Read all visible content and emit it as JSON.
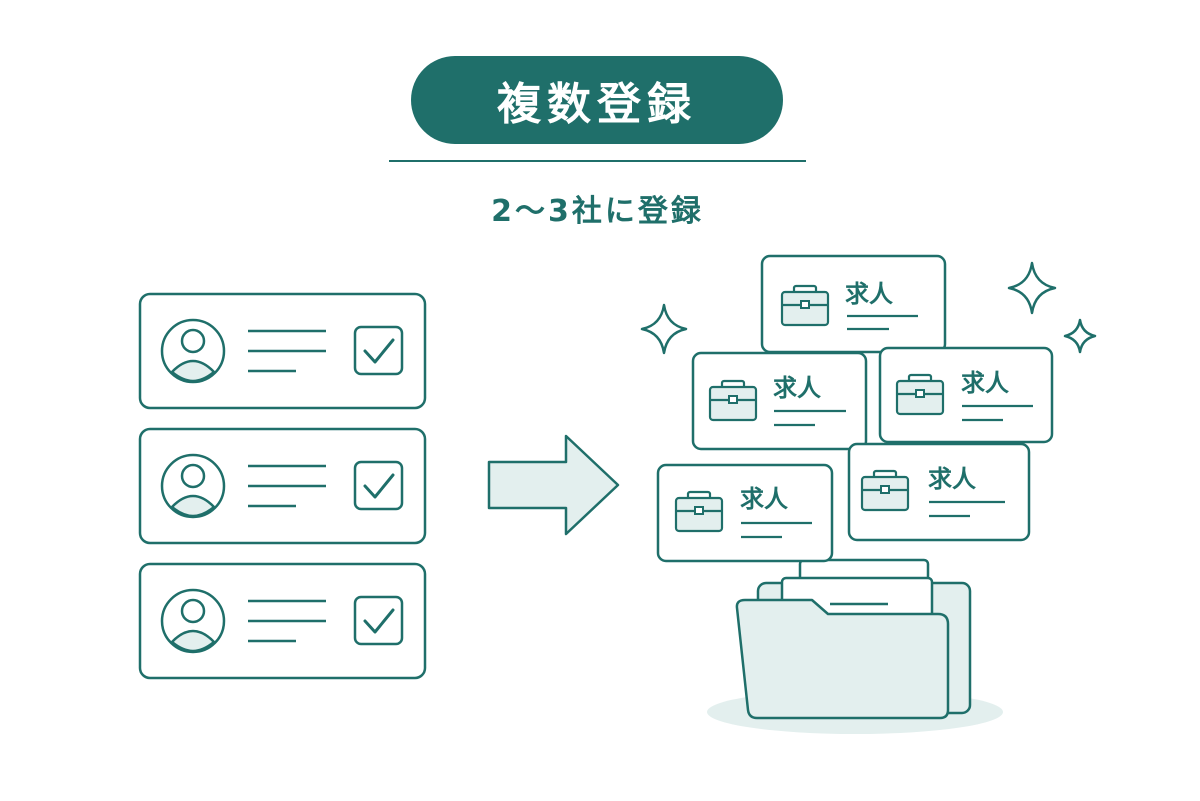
{
  "header": {
    "title": "複数登録",
    "subtitle": "2〜3社に登録"
  },
  "left_panel": {
    "profiles": [
      {
        "checked": true
      },
      {
        "checked": true
      },
      {
        "checked": true
      }
    ]
  },
  "right_panel": {
    "job_cards": [
      {
        "label": "求人"
      },
      {
        "label": "求人"
      },
      {
        "label": "求人"
      },
      {
        "label": "求人"
      },
      {
        "label": "求人"
      }
    ]
  },
  "icons": [
    "person-icon",
    "checkbox-checked-icon",
    "arrow-right-icon",
    "briefcase-icon",
    "sparkle-icon",
    "folder-icon"
  ],
  "colors": {
    "primary": "#1f6f6a",
    "light_fill": "#e3efee",
    "background": "#ffffff"
  }
}
